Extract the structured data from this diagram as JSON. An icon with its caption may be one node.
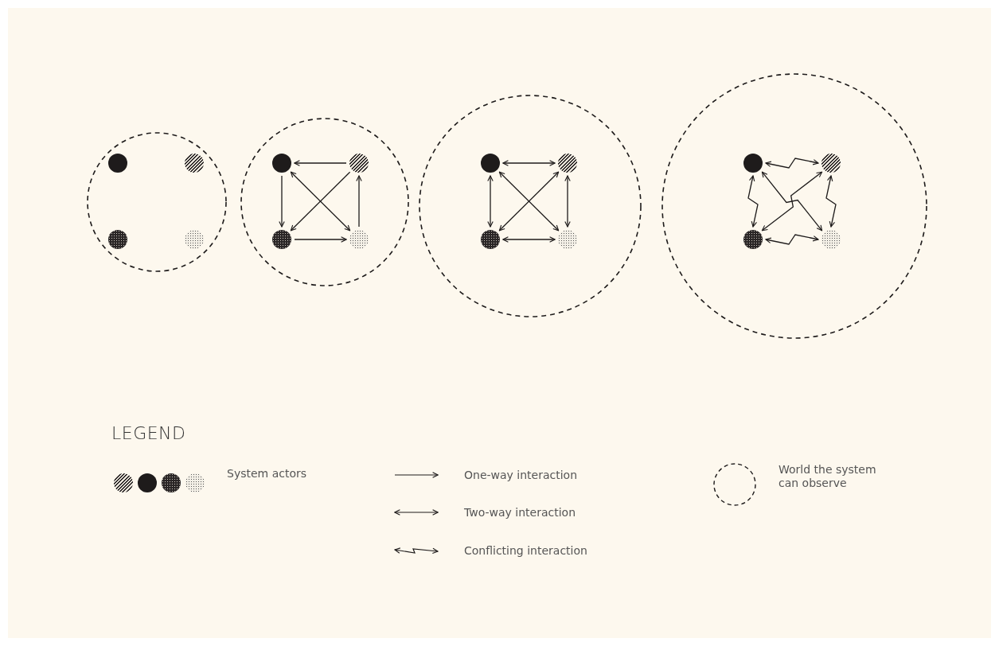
{
  "diagram": {
    "nodes": [
      {
        "text": [],
        "shape": "circle"
      },
      {
        "text": [],
        "shape": "circle",
        "in": 0
      },
      {
        "text": [],
        "shape": "circle",
        "in": 0
      },
      {
        "text": [],
        "shape": "circle",
        "in": 0
      },
      {
        "text": [],
        "shape": "circle",
        "in": 0
      },
      {
        "text": [],
        "shape": "circle"
      },
      {
        "text": [],
        "shape": "circle",
        "in": 5
      },
      {
        "text": [],
        "shape": "circle",
        "in": 5
      },
      {
        "text": [],
        "shape": "circle",
        "in": 5
      },
      {
        "text": [],
        "shape": "circle",
        "in": 5
      },
      {
        "text": [],
        "shape": "circle"
      },
      {
        "text": [],
        "shape": "circle",
        "in": 10
      },
      {
        "text": [],
        "shape": "circle",
        "in": 10
      },
      {
        "text": [],
        "shape": "circle",
        "in": 10
      },
      {
        "text": [],
        "shape": "circle",
        "in": 10
      },
      {
        "text": [],
        "shape": "circle"
      },
      {
        "text": [],
        "shape": "circle",
        "in": 15
      },
      {
        "text": [],
        "shape": "circle",
        "in": 15
      },
      {
        "text": [],
        "shape": "circle",
        "in": 15
      },
      {
        "text": [],
        "shape": "circle",
        "in": 15
      }
    ],
    "edges": [
      {
        "from": 7,
        "to": 6,
        "arrow": "to"
      },
      {
        "from": 6,
        "to": 8,
        "arrow": "to"
      },
      {
        "from": 7,
        "to": 8,
        "arrow": "to"
      },
      {
        "from": 6,
        "to": 9,
        "arrow": "both"
      },
      {
        "from": 8,
        "to": 9,
        "arrow": "to"
      },
      {
        "from": 9,
        "to": 7,
        "arrow": "to"
      },
      {
        "from": 11,
        "to": 12,
        "arrow": "both"
      },
      {
        "from": 11,
        "to": 13,
        "arrow": "both"
      },
      {
        "from": 11,
        "to": 14,
        "arrow": "both"
      },
      {
        "from": 12,
        "to": 13,
        "arrow": "both"
      },
      {
        "from": 12,
        "to": 14,
        "arrow": "both"
      },
      {
        "from": 13,
        "to": 14,
        "arrow": "both"
      },
      {
        "from": 16,
        "to": 17,
        "arrow": "both"
      },
      {
        "from": 16,
        "to": 18,
        "arrow": "both"
      },
      {
        "from": 16,
        "to": 19,
        "arrow": "both"
      },
      {
        "from": 17,
        "to": 18,
        "arrow": "both"
      },
      {
        "from": 17,
        "to": 19,
        "arrow": "both"
      },
      {
        "from": 18,
        "to": 19,
        "arrow": "both"
      }
    ],
    "labels": [
      "LEGEND"
    ],
    "legend": [
      {
        "text": "System actors"
      },
      {
        "text": "One-way interaction"
      },
      {
        "text": "Two-way interaction"
      },
      {
        "text": "Conflicting interaction"
      },
      {
        "text": "World the system can observe"
      }
    ]
  }
}
